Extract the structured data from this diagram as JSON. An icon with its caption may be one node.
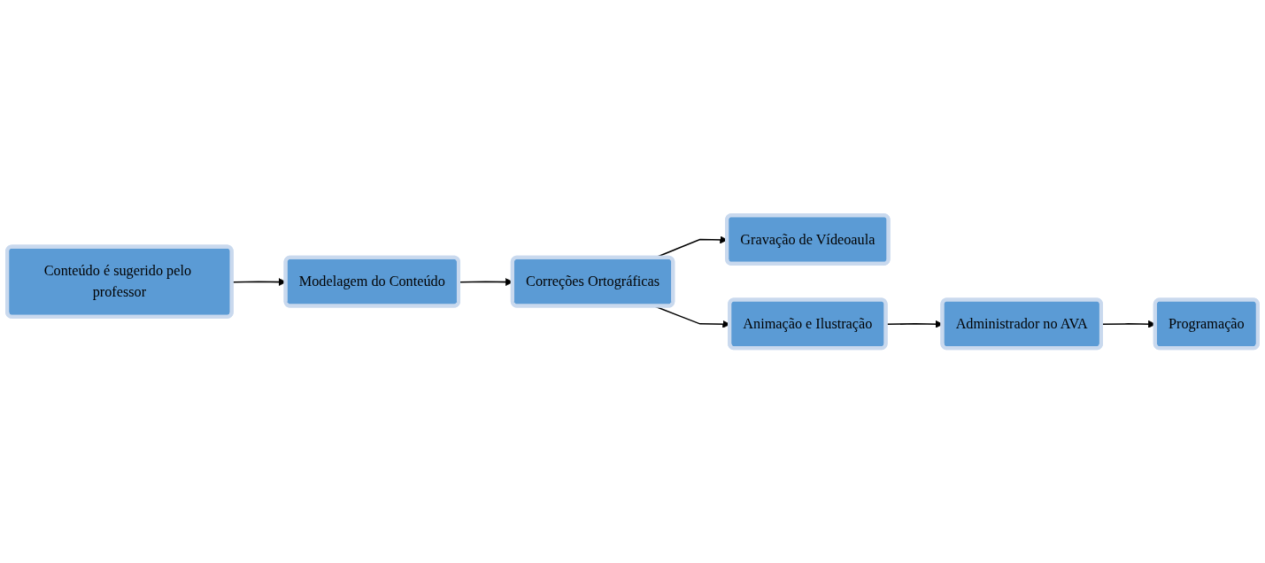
{
  "diagram": {
    "nodes": [
      {
        "text": [
          "Conteúdo é sugerido pelo professor"
        ]
      },
      {
        "text": [
          "Modelagem do Conteúdo"
        ]
      },
      {
        "text": [
          "Correções Ortográficas"
        ]
      },
      {
        "text": [
          "Gravação de Vídeoaula"
        ]
      },
      {
        "text": [
          "Animação e Ilustração"
        ]
      },
      {
        "text": [
          "Programação"
        ]
      },
      {
        "text": [
          "Administrador no AVA"
        ]
      }
    ],
    "edges": [
      {
        "from": 0,
        "to": 1,
        "arrow": "to"
      },
      {
        "from": 1,
        "to": 2,
        "arrow": "to"
      },
      {
        "from": 2,
        "to": 3,
        "arrow": "to"
      },
      {
        "from": 2,
        "to": 4,
        "arrow": "to"
      },
      {
        "from": 4,
        "to": 6,
        "arrow": "to"
      },
      {
        "from": 6,
        "to": 5,
        "arrow": "to"
      }
    ]
  }
}
